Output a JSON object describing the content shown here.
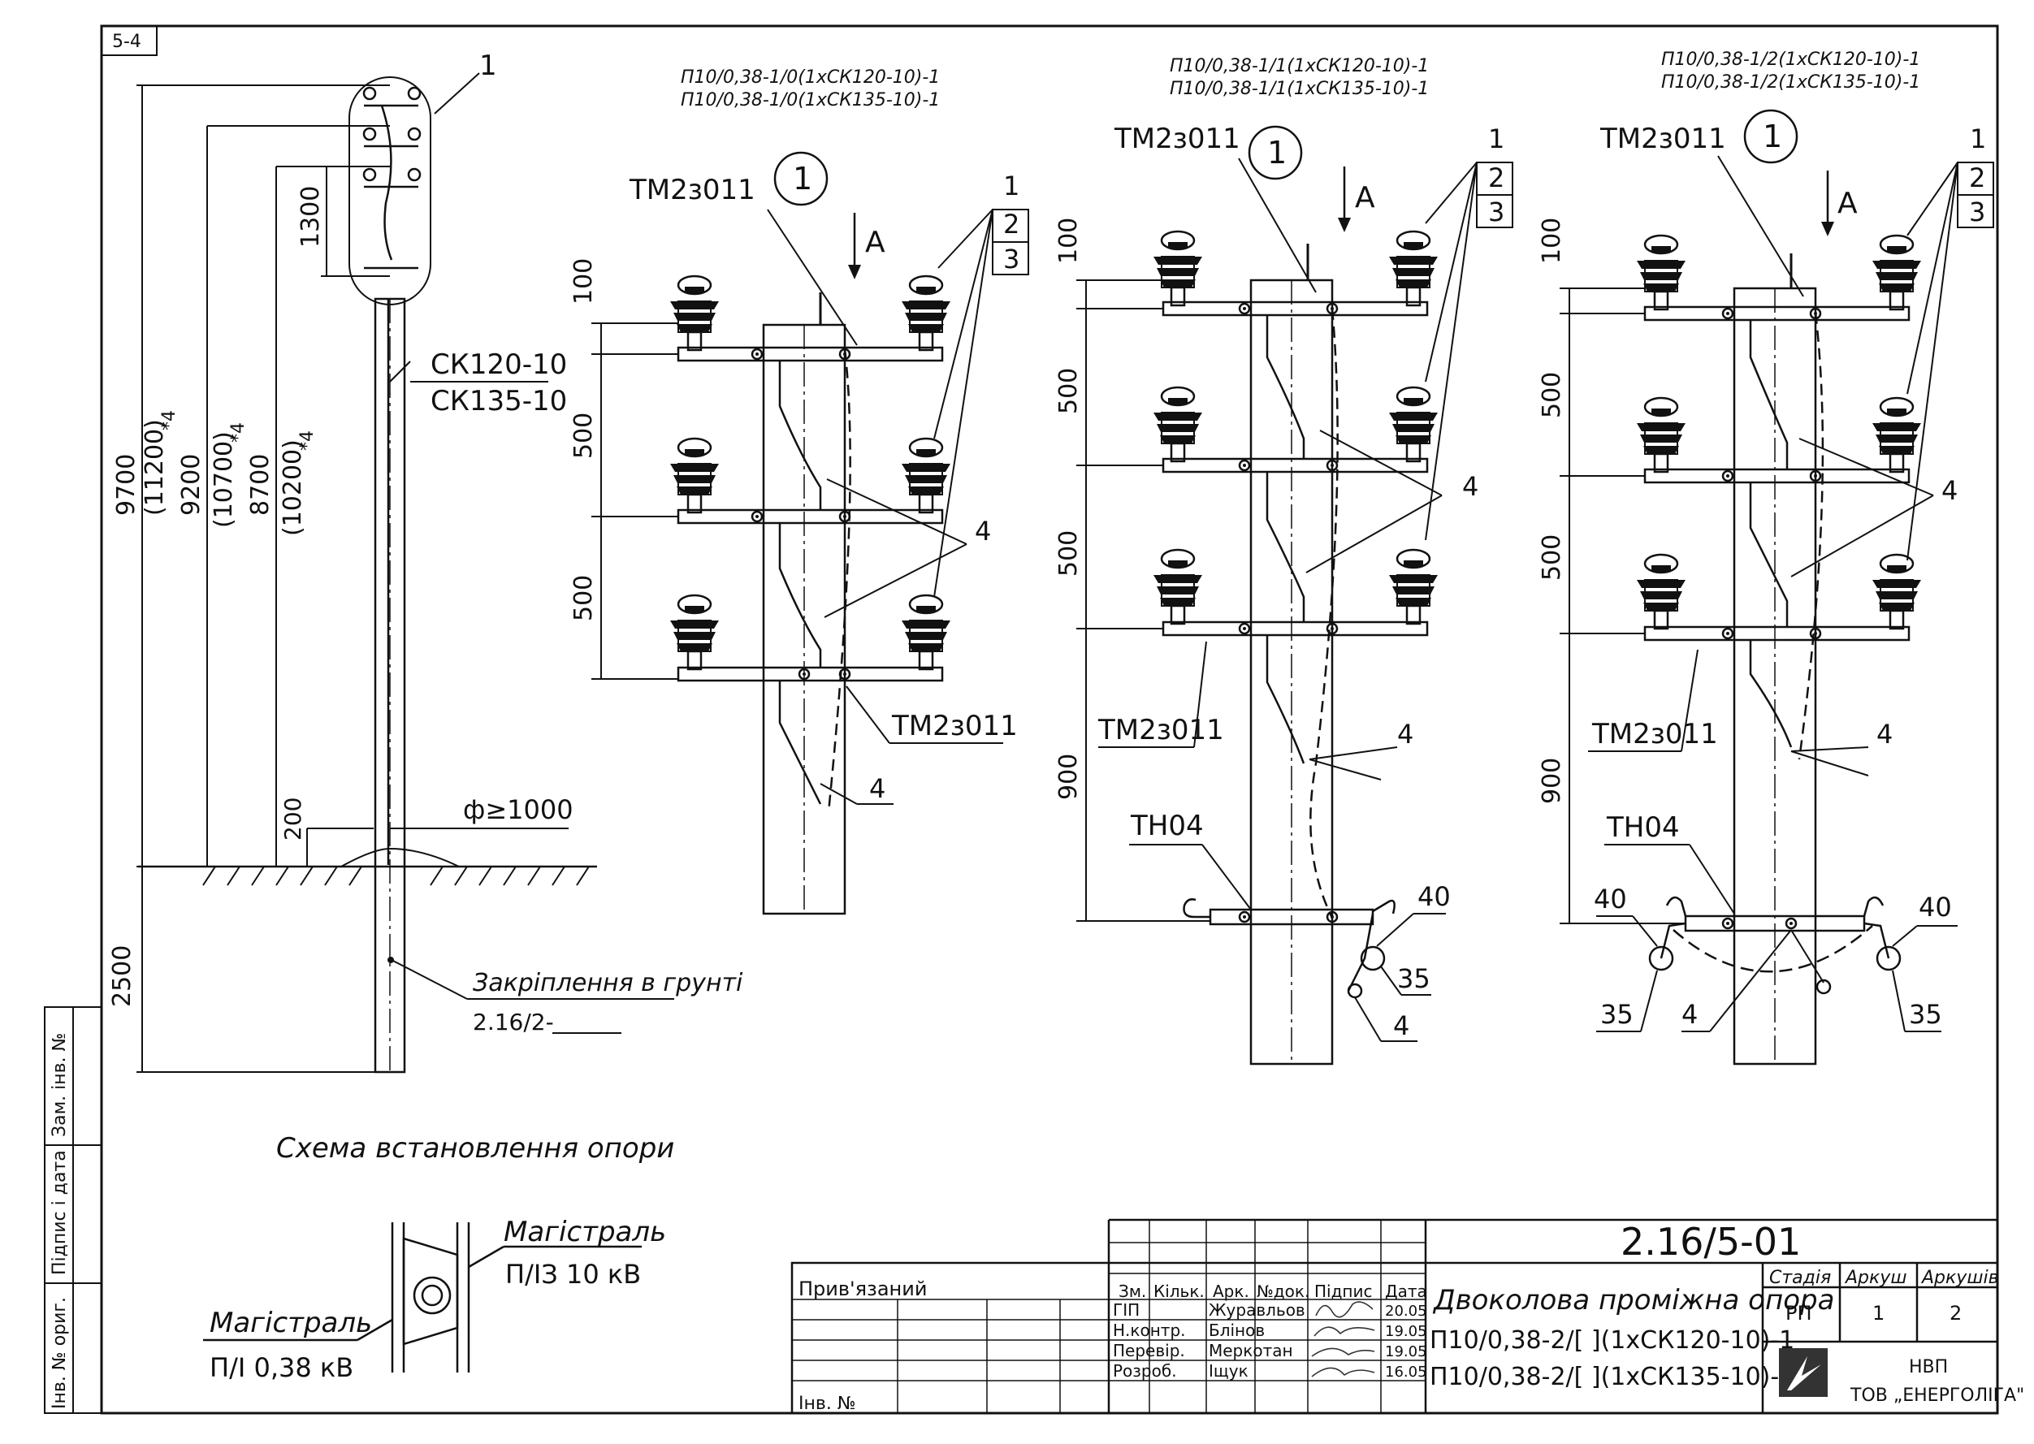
{
  "sheet_ref": "5-4",
  "left_column": {
    "inv_orig": "Інв. № ориг.",
    "sign_date": "Підпис і дата",
    "zam_inv": "Зам. інв. №"
  },
  "scheme": {
    "callout": "1",
    "pole_labels": [
      "СК120-10",
      "СК135-10"
    ],
    "dims": [
      "1300",
      "9700",
      "(11200)",
      "9200",
      "(10700)",
      "8700",
      "(10200)",
      "2500",
      "200"
    ],
    "dim_mark": "*4",
    "diameter": "ф≥1000",
    "fixing_label": "Закріплення в грунті",
    "fixing_ref": "2.16/2-",
    "caption": "Схема встановлення опори"
  },
  "line_legend": {
    "main_top": "Магістраль",
    "main_top_sub": "П/ІЗ 10 кВ",
    "main_bottom": "Магістраль",
    "main_bottom_sub": "П/І 0,38 кВ"
  },
  "views": [
    {
      "codes": [
        "П10/0,38-1/0(1хСК120-10)-1",
        "П10/0,38-1/0(1хСК135-10)-1"
      ],
      "circle": "1",
      "arrow": "А",
      "labels": [
        "ТМ2з011",
        "ТМ2з011"
      ],
      "dims": [
        "100",
        "500",
        "500"
      ],
      "stack": [
        "1",
        "2",
        "3"
      ],
      "refs": [
        "4",
        "4"
      ]
    },
    {
      "codes": [
        "П10/0,38-1/1(1хСК120-10)-1",
        "П10/0,38-1/1(1хСК135-10)-1"
      ],
      "circle": "1",
      "arrow": "А",
      "labels": [
        "ТМ2з011",
        "ТМ2з011",
        "ТН04"
      ],
      "dims": [
        "100",
        "500",
        "500",
        "900"
      ],
      "stack": [
        "1",
        "2",
        "3"
      ],
      "refs": [
        "4",
        "4",
        "40",
        "35",
        "4"
      ]
    },
    {
      "codes": [
        "П10/0,38-1/2(1хСК120-10)-1",
        "П10/0,38-1/2(1хСК135-10)-1"
      ],
      "circle": "1",
      "arrow": "А",
      "labels": [
        "ТМ2з011",
        "ТМ2з011",
        "ТН04"
      ],
      "dims": [
        "100",
        "500",
        "500",
        "900"
      ],
      "stack": [
        "1",
        "2",
        "3"
      ],
      "refs": [
        "4",
        "4",
        "40",
        "40",
        "35",
        "4",
        "35"
      ]
    }
  ],
  "title_block": {
    "doc_number": "2.16/5-01",
    "linked": "Прив'язаний",
    "inv_no": "Інв. №",
    "headers": [
      "Зм.",
      "Кільк.",
      "Арк.",
      "№док.",
      "Підпис",
      "Дата"
    ],
    "rows": [
      {
        "role": "ГІП",
        "name": "Журавльов",
        "date": "20.05"
      },
      {
        "role": "Н.контр.",
        "name": "Блінов",
        "date": "19.05"
      },
      {
        "role": "Перевір.",
        "name": "Меркотан",
        "date": "19.05"
      },
      {
        "role": "Розроб.",
        "name": "Іщук",
        "date": "16.05"
      }
    ],
    "title_line1": "Двоколова проміжна опора",
    "title_line2": "П10/0,38-2/[ ](1хСК120-10)-1",
    "title_line3": "П10/0,38-2/[ ](1хСК135-10)-1",
    "stage_header": "Стадія",
    "sheet_header": "Аркуш",
    "sheets_header": "Аркушів",
    "stage": "РП",
    "sheet": "1",
    "sheets": "2",
    "company_line1": "НВП",
    "company_line2": "ТОВ „ЕНЕРГОЛІГА\""
  }
}
